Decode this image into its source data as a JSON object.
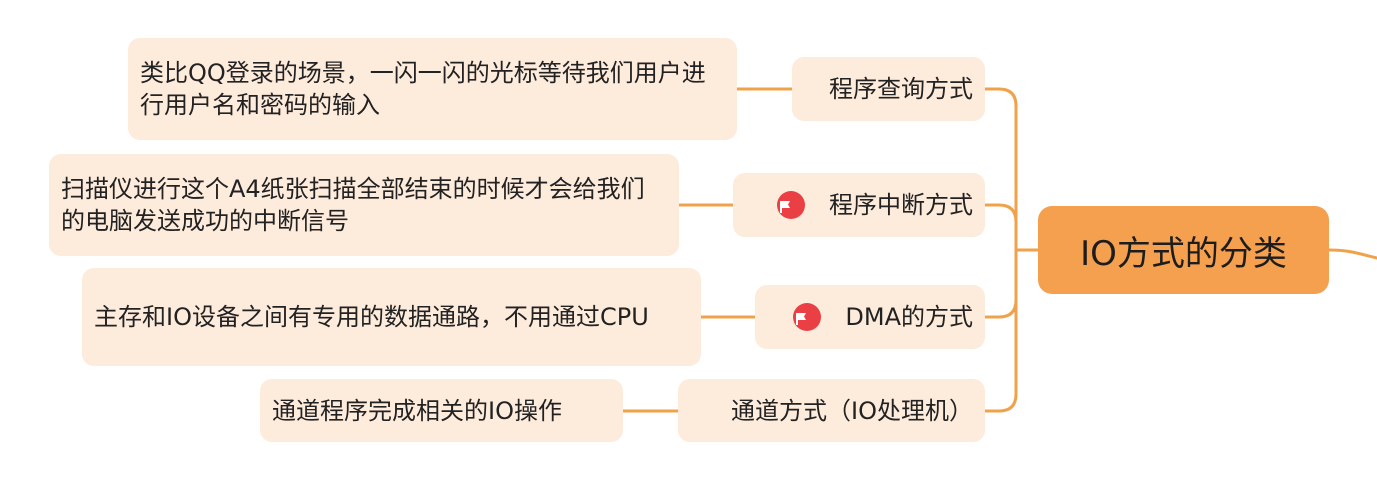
{
  "root": {
    "label": "IO方式的分类"
  },
  "branches": [
    {
      "label": "程序查询方式",
      "flag": false,
      "detail": "类比QQ登录的场景，一闪一闪的光标等待我们用户进行用户名和密码的输入"
    },
    {
      "label": "程序中断方式",
      "flag": true,
      "flag_icon": "flag-icon",
      "detail": "扫描仪进行这个A4纸张扫描全部结束的时候才会给我们的电脑发送成功的中断信号"
    },
    {
      "label": "DMA的方式",
      "flag": true,
      "flag_icon": "flag-icon",
      "detail": "主存和IO设备之间有专用的数据通路，不用通过CPU"
    },
    {
      "label": "通道方式（IO处理机）",
      "flag": false,
      "detail": "通道程序完成相关的IO操作"
    }
  ],
  "colors": {
    "root_fill": "#f5a04e",
    "node_fill": "#fdebdc",
    "connector": "#f0a24a",
    "flag": "#ea3f45"
  }
}
